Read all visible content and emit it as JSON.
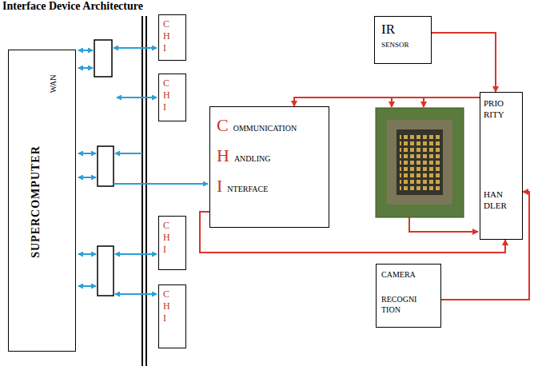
{
  "diagram": {
    "title": "Interface Device Architecture",
    "nodes": [
      {
        "text": [
          "SUPERCOMPUTER",
          "WAN"
        ]
      },
      {
        "text": [
          "C H I"
        ]
      },
      {
        "text": [
          "C H I"
        ]
      },
      {
        "text": [
          "IR",
          "SENSOR"
        ]
      },
      {
        "text": [
          "PRIO RITY",
          "HAN DLER"
        ]
      },
      {
        "text": [
          "C",
          "OMMUNICATION",
          "H",
          "ANDLING",
          "I",
          "NTERFACE"
        ]
      },
      {
        "text": [
          "C H I"
        ]
      },
      {
        "text": [
          "C H I"
        ]
      },
      {
        "text": [
          "CAMERA",
          "RECOGNI TION"
        ]
      }
    ],
    "edges": [
      {
        "from": 3,
        "to": 4,
        "arrow": "to"
      },
      {
        "from": 4,
        "to": 5,
        "arrow": "to"
      },
      {
        "from": 5,
        "to": 4,
        "arrow": "to"
      },
      {
        "from": 8,
        "to": 4,
        "arrow": "to"
      }
    ]
  }
}
